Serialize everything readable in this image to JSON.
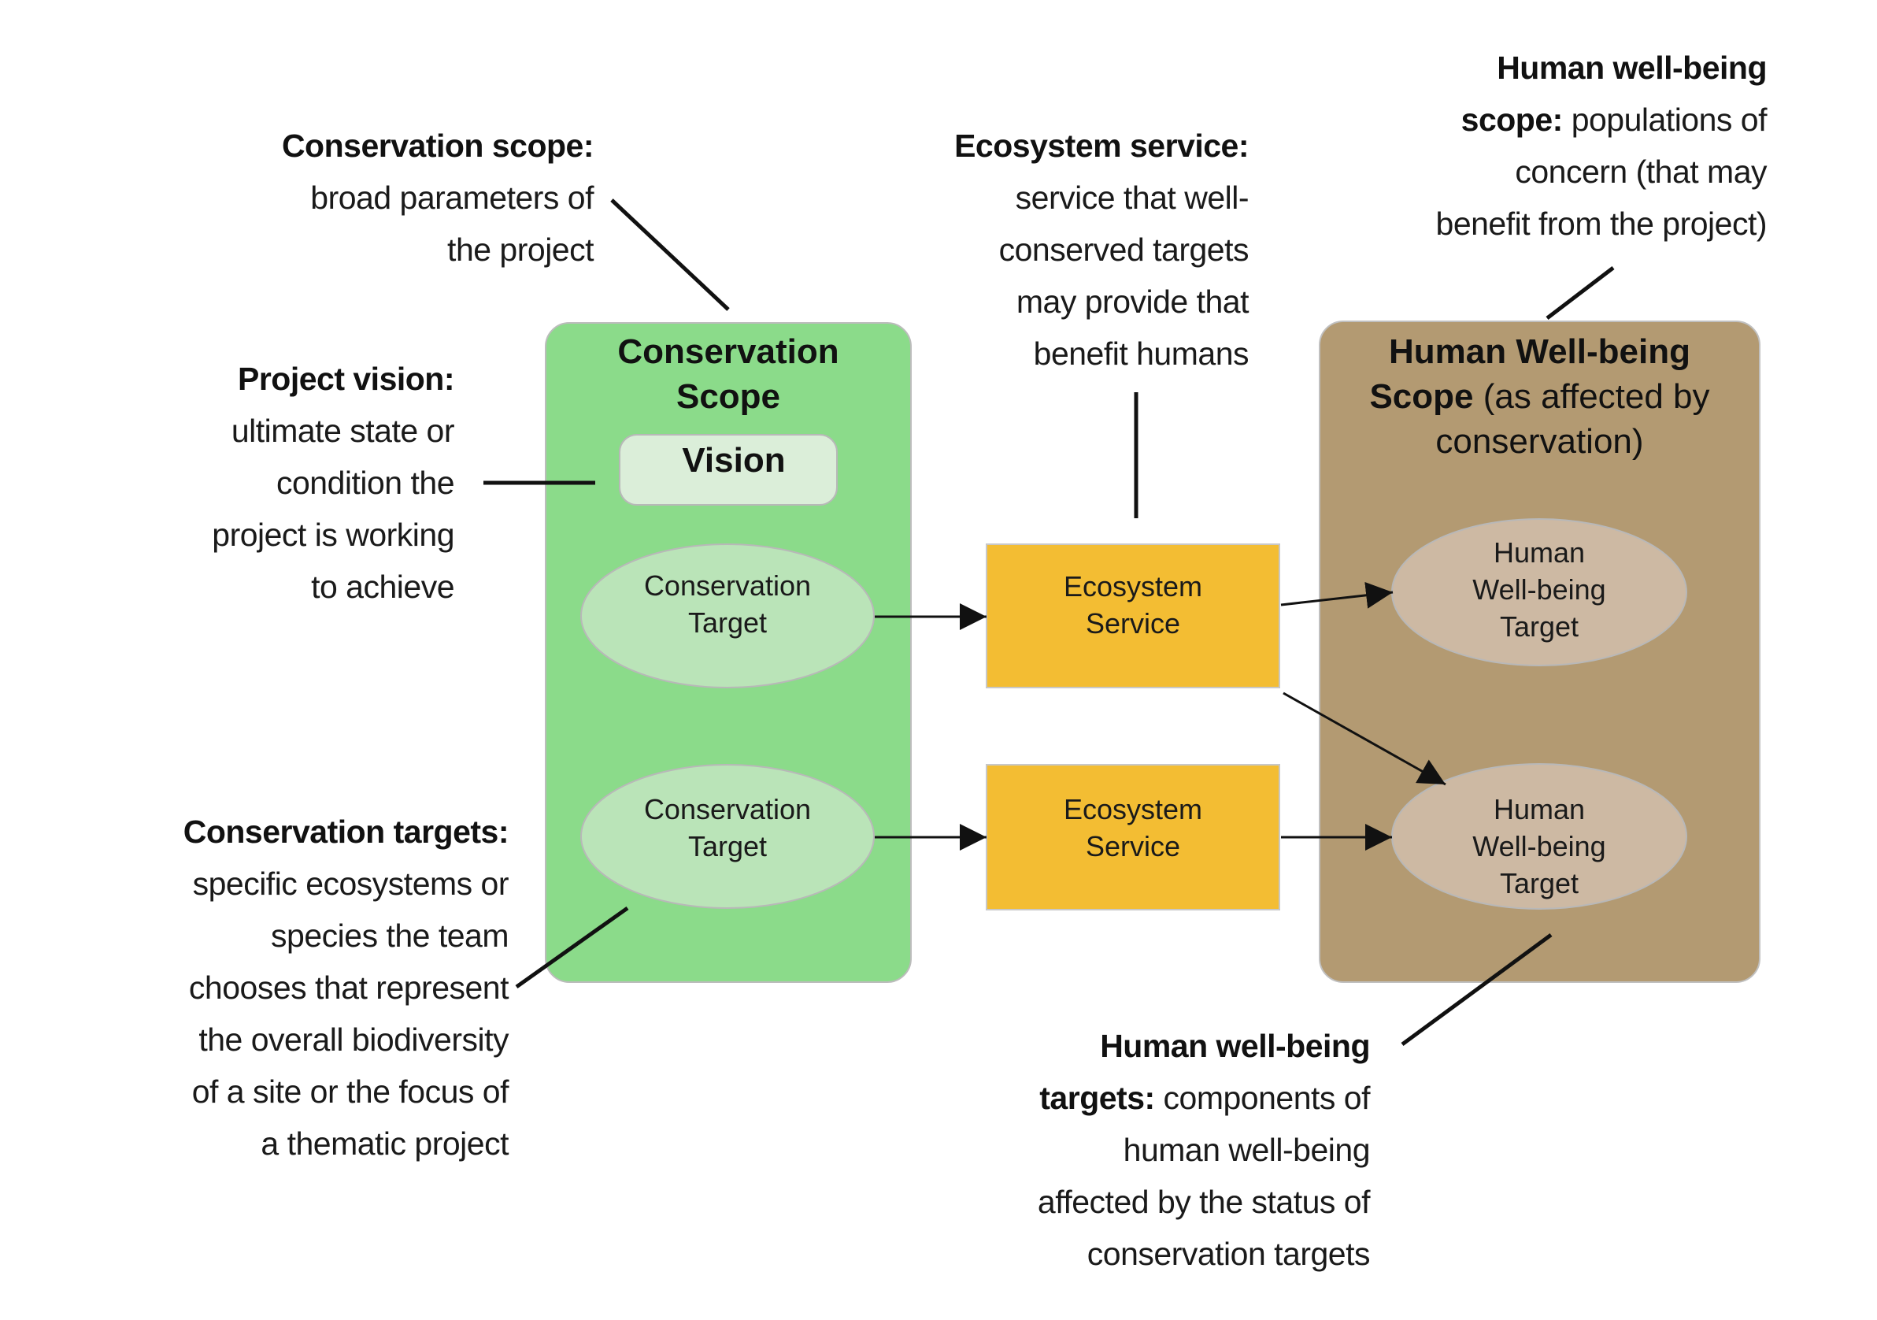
{
  "diagram": {
    "colors": {
      "conservation_scope_fill": "#8bdb8a",
      "vision_fill": "#dbeed9",
      "conservation_target_fill": "#bae4b8",
      "ecosystem_service_fill": "#f3bd33",
      "human_scope_fill": "#b39a72",
      "human_target_fill": "#cdb9a3",
      "outline": "#b8b8b8",
      "line": "#111111"
    },
    "conservation_scope": {
      "title_line1": "Conservation",
      "title_line2": "Scope",
      "vision_label": "Vision",
      "targets": [
        {
          "line1": "Conservation",
          "line2": "Target"
        },
        {
          "line1": "Conservation",
          "line2": "Target"
        }
      ]
    },
    "ecosystem_services": [
      {
        "line1": "Ecosystem",
        "line2": "Service"
      },
      {
        "line1": "Ecosystem",
        "line2": "Service"
      }
    ],
    "human_wellbeing_scope": {
      "title_bold_line1": "Human Well-being",
      "title_bold_line2": "Scope",
      "title_normal_line2": " (as affected by",
      "title_normal_line3": "conservation)",
      "targets": [
        {
          "line1": "Human",
          "line2": "Well-being",
          "line3": "Target"
        },
        {
          "line1": "Human",
          "line2": "Well-being",
          "line3": "Target"
        }
      ]
    },
    "edges": [
      {
        "from": "Conservation Target 1",
        "to": "Ecosystem Service 1"
      },
      {
        "from": "Conservation Target 2",
        "to": "Ecosystem Service 2"
      },
      {
        "from": "Ecosystem Service 1",
        "to": "Human Well-being Target 1"
      },
      {
        "from": "Ecosystem Service 1",
        "to": "Human Well-being Target 2"
      },
      {
        "from": "Ecosystem Service 2",
        "to": "Human Well-being Target 2"
      }
    ]
  },
  "annotations": {
    "conservation_scope": {
      "term": "Conservation scope:",
      "lines": [
        "broad parameters of",
        "the project"
      ]
    },
    "project_vision": {
      "term": "Project vision:",
      "lines": [
        "ultimate state or",
        "condition the",
        "project is working",
        "to achieve"
      ]
    },
    "conservation_targets": {
      "term": "Conservation targets:",
      "lines": [
        "specific ecosystems or",
        "species the team",
        "chooses that represent",
        "the overall biodiversity",
        "of a site or the focus of",
        "a thematic project"
      ]
    },
    "ecosystem_service": {
      "term": "Ecosystem service:",
      "lines": [
        "service that well-",
        "conserved targets",
        "may provide that",
        "benefit humans"
      ]
    },
    "human_wellbeing_scope": {
      "term_line1": "Human well-being",
      "term_line2": "scope:",
      "rest_line2": " populations of",
      "lines": [
        "concern (that may",
        "benefit from the project)"
      ]
    },
    "human_wellbeing_targets": {
      "term_line1": "Human well-being",
      "term_line2": "targets:",
      "rest_line2": " components of",
      "lines": [
        "human well-being",
        "affected by the status of",
        "conservation targets"
      ]
    }
  }
}
